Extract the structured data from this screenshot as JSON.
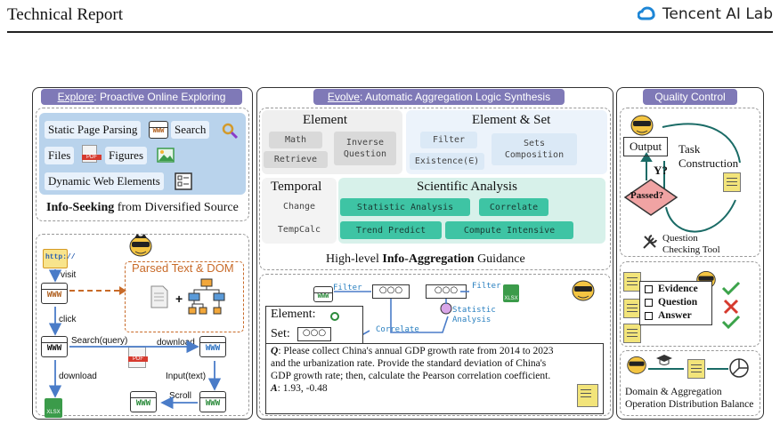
{
  "header": {
    "left_title": "Technical Report",
    "brand": "Tencent AI Lab"
  },
  "explore": {
    "title_prefix": "Explore",
    "title_suffix": ": Proactive Online Exploring",
    "sources": {
      "static_page": "Static Page Parsing",
      "search": "Search",
      "files": "Files",
      "figures": "Figures",
      "dynamic": "Dynamic Web Elements"
    },
    "caption_bold": "Info-Seeking",
    "caption_rest": " from Diversified Source",
    "flow": {
      "http": "http://",
      "visit": "visit",
      "parsed": "Parsed Text & DOM",
      "click": "click",
      "search_query": "Search(query)",
      "download": "download",
      "download2": "download",
      "input": "Input(text)",
      "scroll": "Scroll",
      "www": "WWW",
      "xlsx": "XLSX"
    }
  },
  "evolve": {
    "title_prefix": "Evolve",
    "title_suffix": ": Automatic Aggregation Logic Synthesis",
    "element": {
      "heading": "Element",
      "items": [
        "Math",
        "Inverse Question",
        "Retrieve"
      ]
    },
    "element_set": {
      "heading": "Element & Set",
      "items": [
        "Filter",
        "Existence(∈)",
        "Sets Composition"
      ]
    },
    "temporal": {
      "heading": "Temporal",
      "items": [
        "Change",
        "TempCalc"
      ]
    },
    "scientific": {
      "heading": "Scientific Analysis",
      "items": [
        "Statistic Analysis",
        "Correlate",
        "Trend Predict",
        "Compute Intensive"
      ]
    },
    "caption_prefix": "High-level ",
    "caption_bold": "Info-Aggregation",
    "caption_suffix": " Guidance",
    "example": {
      "filter1": "Filter",
      "filter2": "Filter",
      "statistic": "Statistic Analysis",
      "correlate": "Correlate",
      "element_label": "Element:",
      "set_label": "Set:",
      "q_label": "Q",
      "q_text": ": Please collect China's annual GDP growth rate from 2014 to 2023 and the urbanization rate. Provide the standard deviation of China's GDP growth rate; then, calculate the Pearson correlation coefficient.",
      "a_label": "A",
      "a_text": ": 1.93, -0.48"
    }
  },
  "quality": {
    "title": "Quality Control",
    "output": "Output",
    "yq": "Y?",
    "task": "Task Construction",
    "passed": "Passed?",
    "checking": "Question Checking Tool",
    "checks": [
      "Evidence",
      "Question",
      "Answer"
    ],
    "balance": "Domain & Aggregation Operation Distribution Balance"
  },
  "colors": {
    "accent": "#7f79b7",
    "teal": "#3ec4a4",
    "light_blue": "#b9d3ec",
    "gray": "#d9d9d9"
  }
}
